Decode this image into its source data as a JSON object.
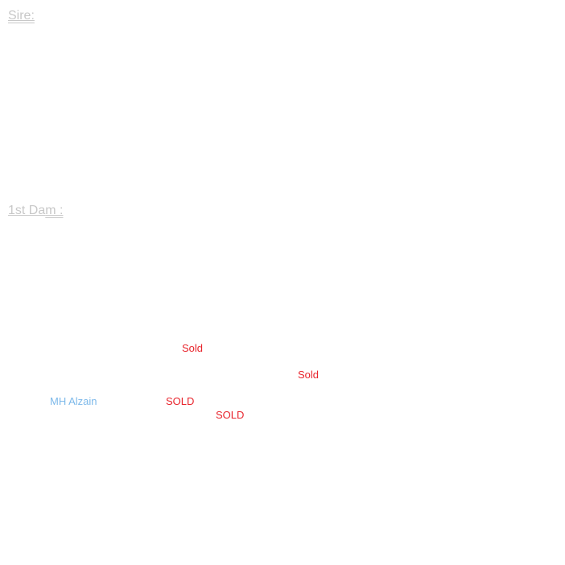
{
  "headings": {
    "sire": {
      "label": "Sire:"
    },
    "dam": {
      "label_part1": "1st Da",
      "label_part2": "m :"
    }
  },
  "tags": [
    {
      "text": "Sold",
      "kind": "sold",
      "color": "#e8242c"
    },
    {
      "text": "Sold",
      "kind": "sold",
      "color": "#e8242c"
    },
    {
      "text": "MH Alzain",
      "kind": "name",
      "color": "#7db9ea"
    },
    {
      "text": "SOLD",
      "kind": "sold",
      "color": "#e8242c"
    },
    {
      "text": "SOLD",
      "kind": "sold",
      "color": "#e8242c"
    }
  ],
  "colors": {
    "heading": "#c8c8c8",
    "sold": "#e8242c",
    "name_link": "#7db9ea",
    "background": "#ffffff"
  }
}
